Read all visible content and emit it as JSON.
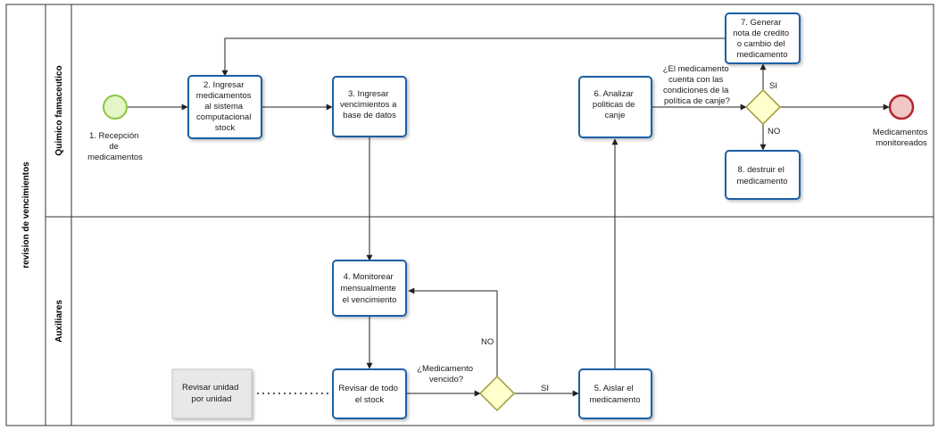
{
  "pool": {
    "label": "revision de vencimientos"
  },
  "lanes": {
    "top": {
      "label": "Quimico famaceutico"
    },
    "bottom": {
      "label": "Auxiliares"
    }
  },
  "start_event": {
    "label": [
      "1. Recepción",
      "de",
      "medicamentos"
    ]
  },
  "end_event": {
    "label": [
      "Medicamentos",
      "monitoreados"
    ]
  },
  "tasks": {
    "t2": {
      "lines": [
        "2. Ingresar",
        "medicamentos",
        "al sistema",
        "computacional",
        "stock"
      ]
    },
    "t3": {
      "lines": [
        "3. Ingresar",
        "vencimientos a",
        "base de datos"
      ]
    },
    "t4": {
      "lines": [
        "4. Monitorear",
        "mensualmente",
        "el vencimiento"
      ]
    },
    "t5": {
      "lines": [
        "5. Aislar el",
        "medicamento"
      ]
    },
    "t6": {
      "lines": [
        "6. Analizar",
        "politicas de",
        "canje"
      ]
    },
    "t7": {
      "lines": [
        "7. Generar",
        "nota de credito",
        "o cambio del",
        "medicamento"
      ]
    },
    "t8": {
      "lines": [
        "8. destruir el",
        "medicamento"
      ]
    },
    "revisar": {
      "lines": [
        "Revisar de todo",
        "el stock"
      ]
    }
  },
  "artifact": {
    "lines": [
      "Revisar unidad",
      "por unidad"
    ]
  },
  "gateways": {
    "g1": {
      "question": [
        "¿El medicamento",
        "cuenta con las",
        "condiciones de la",
        "política de canje?"
      ],
      "yes": "SI",
      "no": "NO"
    },
    "g2": {
      "question": [
        "¿Medicamento",
        "vencido?"
      ],
      "yes": "SI",
      "no": "NO"
    }
  },
  "colors": {
    "task_border": "#1f5fa6",
    "start_fill": "#e4f5c8",
    "start_stroke": "#8cc63f",
    "end_fill": "#f4c7c7",
    "end_stroke": "#b0282e",
    "gateway_fill": "#ffffcc",
    "gateway_stroke": "#9a9a3a",
    "flow": "#222222",
    "artifact_fill": "#e8e8e8"
  }
}
